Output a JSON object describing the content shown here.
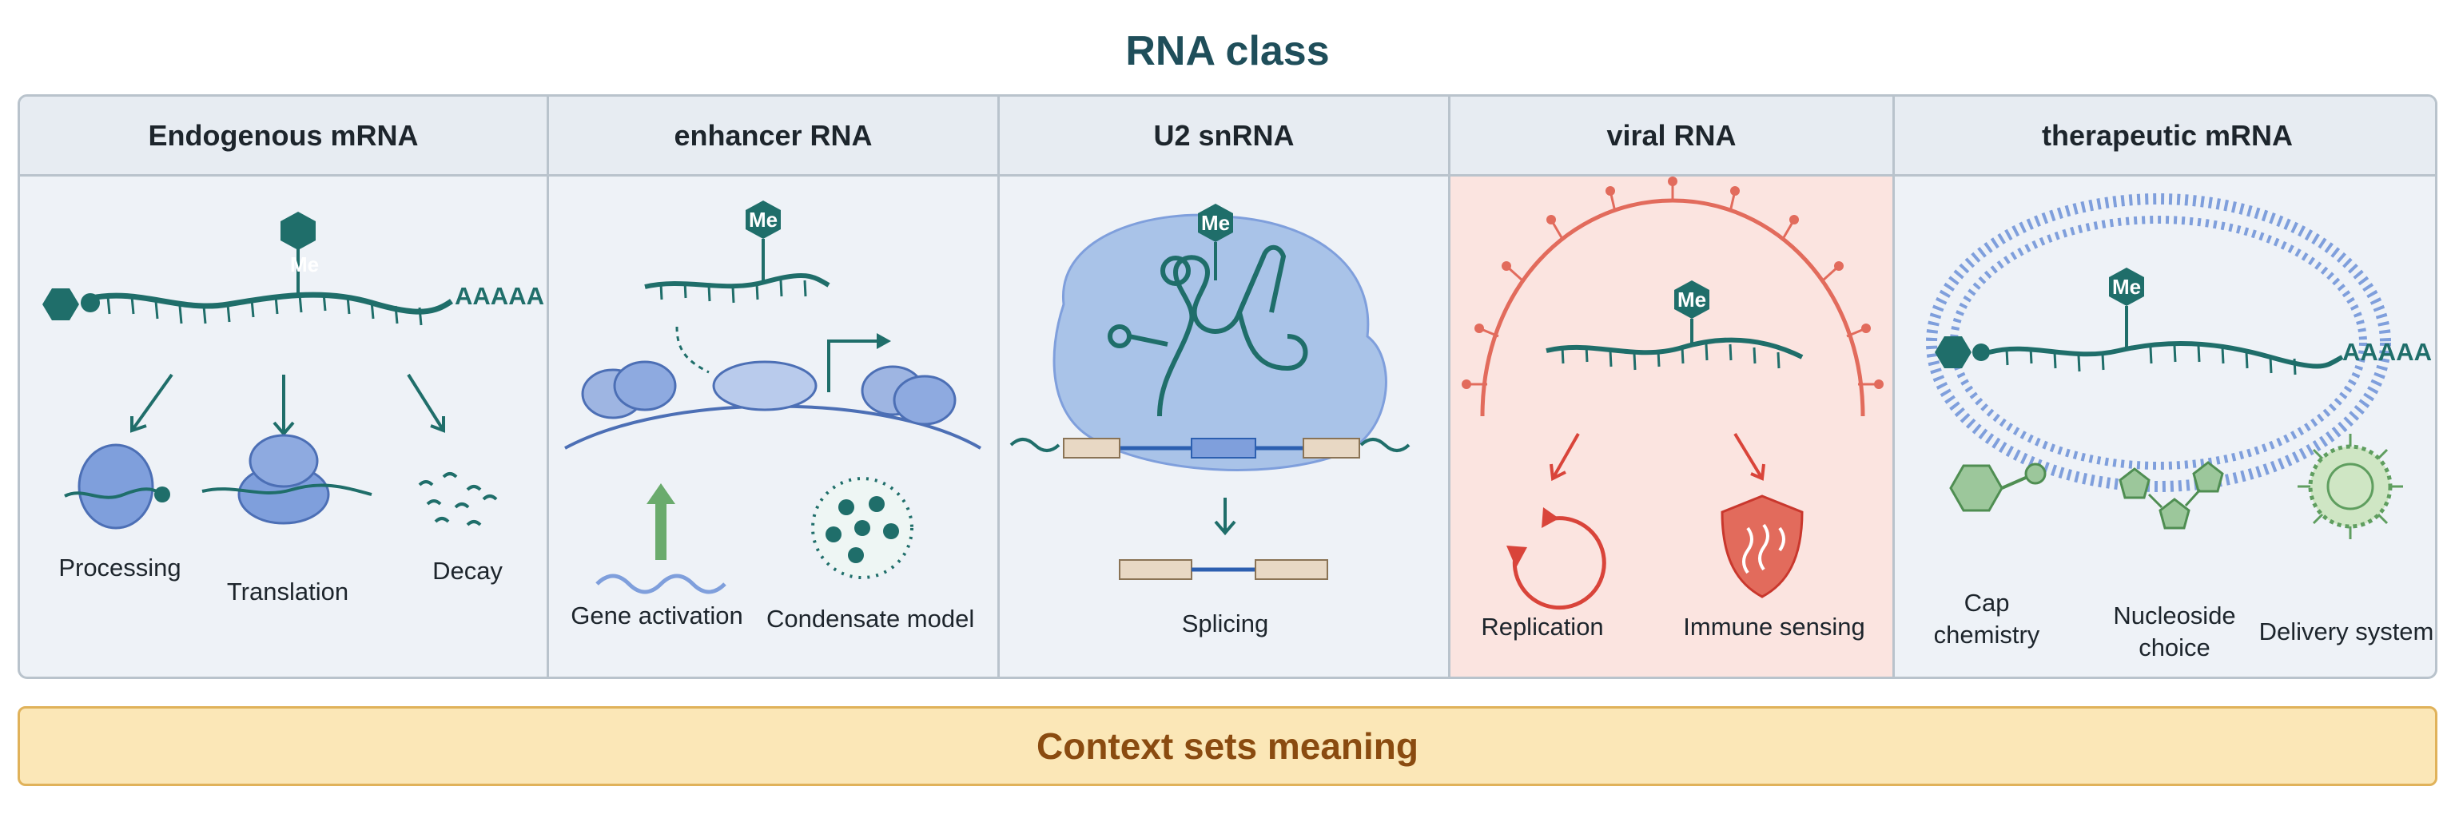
{
  "title": "RNA class",
  "footer": "Context sets meaning",
  "modification_badge": "Me",
  "polya_tail": "AAAAA",
  "columns": [
    {
      "header": "Endogenous mRNA",
      "labels": [
        "Processing",
        "Translation",
        "Decay"
      ]
    },
    {
      "header": "enhancer RNA",
      "labels": [
        "Gene activation",
        "Condensate model"
      ]
    },
    {
      "header": "U2 snRNA",
      "labels": [
        "Splicing"
      ]
    },
    {
      "header": "viral RNA",
      "labels": [
        "Replication",
        "Immune sensing"
      ]
    },
    {
      "header": "therapeutic mRNA",
      "labels": [
        "Cap chemistry",
        "Nucleoside choice",
        "Delivery system"
      ]
    }
  ],
  "colors": {
    "rna": "#1f6e6a",
    "badge": "#1f6e6a",
    "protein": "#7f9fdc",
    "viral": "#e26b5c",
    "green": "#6aab6d",
    "footer_bg": "#fbe7b7"
  }
}
